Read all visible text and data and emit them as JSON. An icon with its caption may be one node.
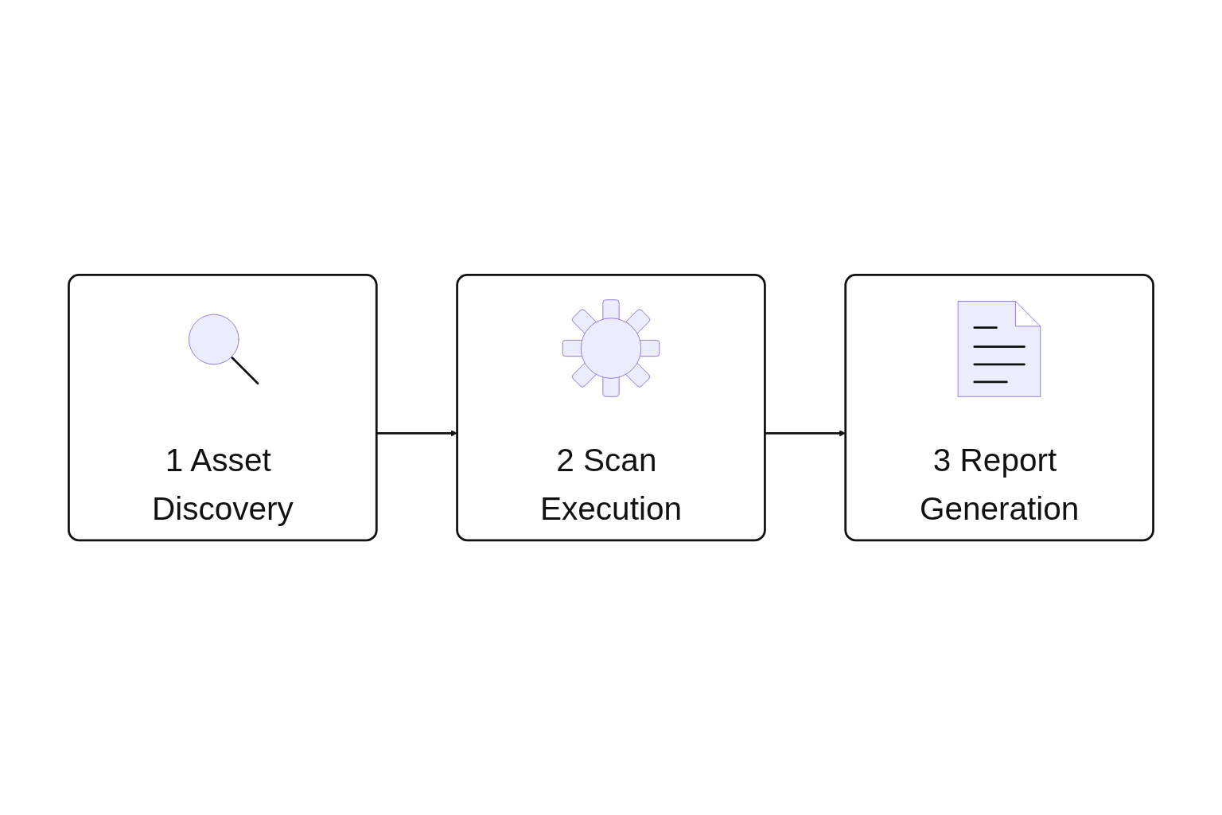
{
  "diagram": {
    "nodes": [
      {
        "text": [
          "1 Asset Discovery"
        ]
      },
      {
        "text": [
          "2 Scan Execution"
        ]
      },
      {
        "text": [
          "3 Report Generation"
        ]
      }
    ],
    "edges": [
      {
        "from": 0,
        "to": 1,
        "arrow": "to"
      },
      {
        "from": 1,
        "to": 2,
        "arrow": "to"
      }
    ]
  }
}
